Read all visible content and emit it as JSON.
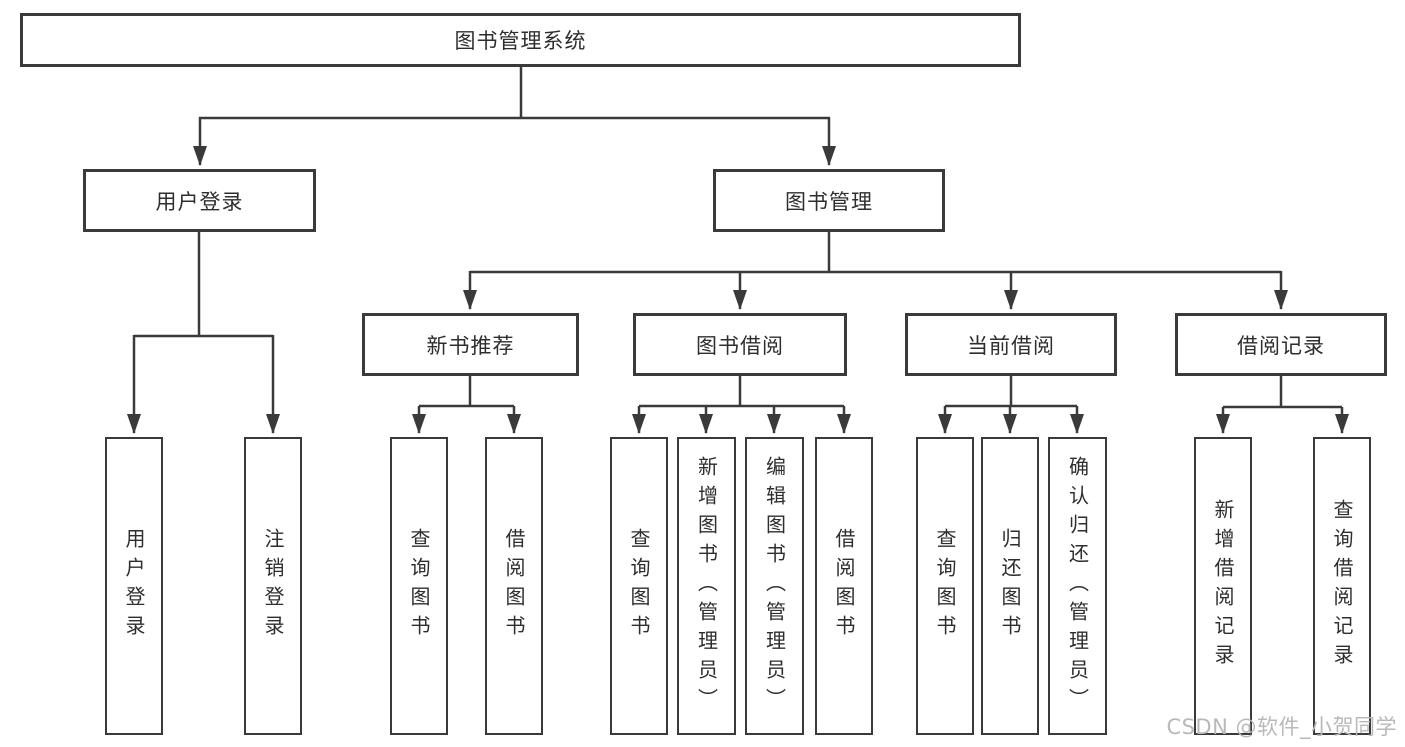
{
  "diagram": {
    "title": "图书管理系统",
    "level2": [
      {
        "label": "用户登录"
      },
      {
        "label": "图书管理"
      }
    ],
    "level3": [
      {
        "label": "新书推荐"
      },
      {
        "label": "图书借阅"
      },
      {
        "label": "当前借阅"
      },
      {
        "label": "借阅记录"
      }
    ],
    "leaves": [
      {
        "label": "用户登录"
      },
      {
        "label": "注销登录"
      },
      {
        "label": "查询图书"
      },
      {
        "label": "借阅图书"
      },
      {
        "label": "查询图书"
      },
      {
        "label": "新增图书（管理员）"
      },
      {
        "label": "编辑图书（管理员）"
      },
      {
        "label": "借阅图书"
      },
      {
        "label": "查询图书"
      },
      {
        "label": "归还图书"
      },
      {
        "label": "确认归还（管理员）"
      },
      {
        "label": "新增借阅记录"
      },
      {
        "label": "查询借阅记录"
      }
    ]
  },
  "watermark": {
    "text": "CSDN @软件_小贺同学"
  },
  "colors": {
    "line": "#3a3a3a",
    "text": "#2e2e2e",
    "background": "#ffffff",
    "watermark": "#b9b9b9"
  }
}
